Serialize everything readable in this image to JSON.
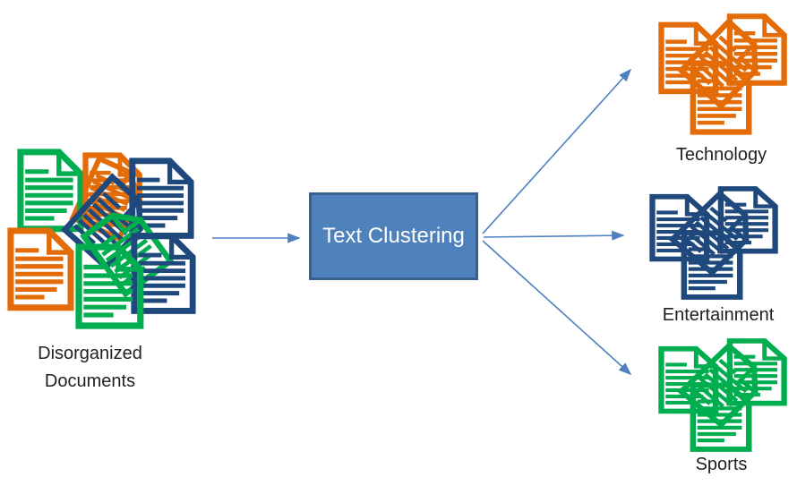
{
  "colors": {
    "orange": "#E36C09",
    "green": "#00AE50",
    "navy": "#1F497D",
    "box-fill": "#4F81BD",
    "box-border": "#36618E",
    "arrow": "#4E7FBF",
    "text": "#1f1f1f",
    "box-text": "#ffffff"
  },
  "diagram": {
    "input": {
      "label_lines": [
        "Disorganized",
        "Documents"
      ],
      "icon_colors": [
        "orange",
        "green",
        "navy"
      ]
    },
    "process_box": {
      "label": "Text Clustering"
    },
    "clusters": [
      {
        "label": "Technology",
        "color": "orange"
      },
      {
        "label": "Entertainment",
        "color": "navy"
      },
      {
        "label": "Sports",
        "color": "green"
      }
    ]
  }
}
